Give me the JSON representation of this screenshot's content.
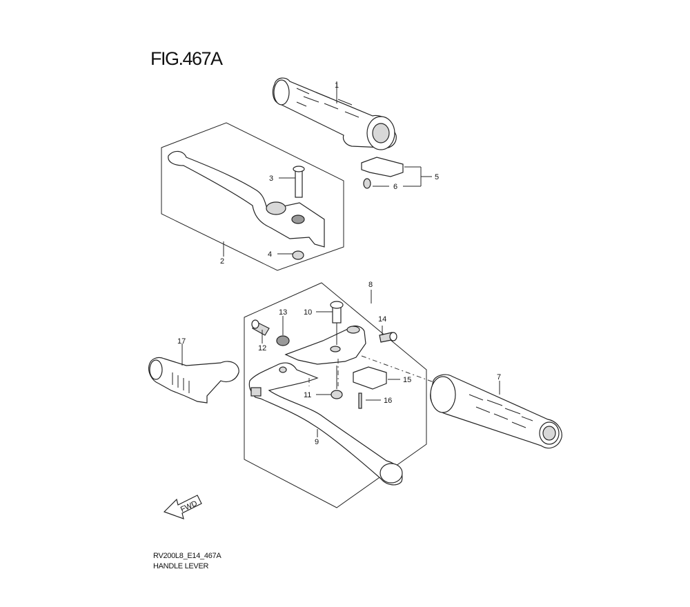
{
  "figure": {
    "title": "FIG.467A",
    "code": "RV200L8_E14_467A",
    "name": "HANDLE LEVER"
  },
  "fwd_arrow": {
    "label": "FWD"
  },
  "callouts": {
    "c1": "1",
    "c2": "2",
    "c3": "3",
    "c4": "4",
    "c5": "5",
    "c6": "6",
    "c7": "7",
    "c8": "8",
    "c9": "9",
    "c10": "10",
    "c11": "11",
    "c12": "12",
    "c13": "13",
    "c14": "14",
    "c15": "15",
    "c16": "16",
    "c17": "17"
  }
}
